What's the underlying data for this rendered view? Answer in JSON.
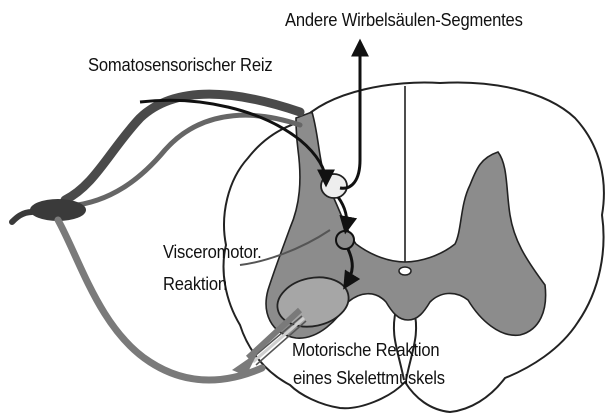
{
  "labels": {
    "other_segments": "Andere Wirbelsäulen-Segmentes",
    "somatosensory_stimulus": "Somatosensorischer Reiz",
    "visceromotor_line1": "Visceromotor.",
    "visceromotor_line2": "Reaktion",
    "motor_line1": "Motorische Reaktion",
    "motor_line2": "eines Skelettmuskels"
  },
  "colors": {
    "outline": "#222222",
    "grey_matter": "#8c8c8c",
    "afferent_fiber": "#4a4a4a",
    "efferent_fiber": "#7a7a7a",
    "pathway_arrow": "#111111",
    "background": "#ffffff"
  },
  "icons": {
    "arrowheads": "triangle-arrow"
  }
}
